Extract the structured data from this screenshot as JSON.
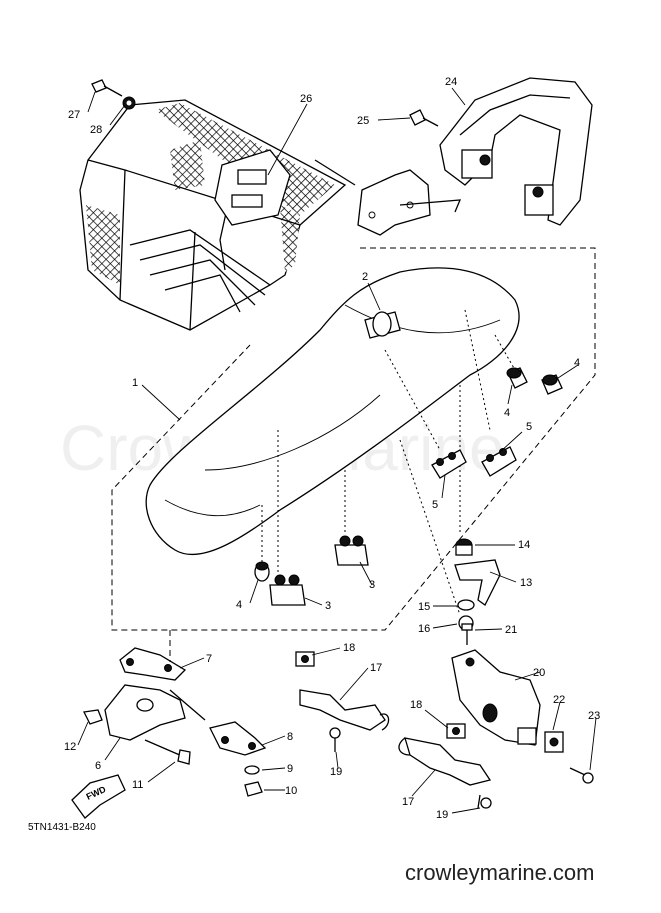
{
  "diagram_code": "5TN1431-B240",
  "watermark": "Crowley Marine",
  "site_url": "crowleymarine.com",
  "direction_label": "FWD",
  "callouts": [
    {
      "id": "c27",
      "label": "27"
    },
    {
      "id": "c28",
      "label": "28"
    },
    {
      "id": "c26",
      "label": "26"
    },
    {
      "id": "c24",
      "label": "24"
    },
    {
      "id": "c25",
      "label": "25"
    },
    {
      "id": "c2",
      "label": "2"
    },
    {
      "id": "c1",
      "label": "1"
    },
    {
      "id": "c4a",
      "label": "4"
    },
    {
      "id": "c4b",
      "label": "4"
    },
    {
      "id": "c5a",
      "label": "5"
    },
    {
      "id": "c5b",
      "label": "5"
    },
    {
      "id": "c14",
      "label": "14"
    },
    {
      "id": "c13",
      "label": "13"
    },
    {
      "id": "c15",
      "label": "15"
    },
    {
      "id": "c16",
      "label": "16"
    },
    {
      "id": "c21",
      "label": "21"
    },
    {
      "id": "c3a",
      "label": "3"
    },
    {
      "id": "c3b",
      "label": "3"
    },
    {
      "id": "c4c",
      "label": "4"
    },
    {
      "id": "c7",
      "label": "7"
    },
    {
      "id": "c18a",
      "label": "18"
    },
    {
      "id": "c17a",
      "label": "17"
    },
    {
      "id": "c20",
      "label": "20"
    },
    {
      "id": "c22",
      "label": "22"
    },
    {
      "id": "c23",
      "label": "23"
    },
    {
      "id": "c12",
      "label": "12"
    },
    {
      "id": "c6",
      "label": "6"
    },
    {
      "id": "c8",
      "label": "8"
    },
    {
      "id": "c9",
      "label": "9"
    },
    {
      "id": "c10",
      "label": "10"
    },
    {
      "id": "c11",
      "label": "11"
    },
    {
      "id": "c19a",
      "label": "19"
    },
    {
      "id": "c18b",
      "label": "18"
    },
    {
      "id": "c17b",
      "label": "17"
    },
    {
      "id": "c19b",
      "label": "19"
    }
  ]
}
